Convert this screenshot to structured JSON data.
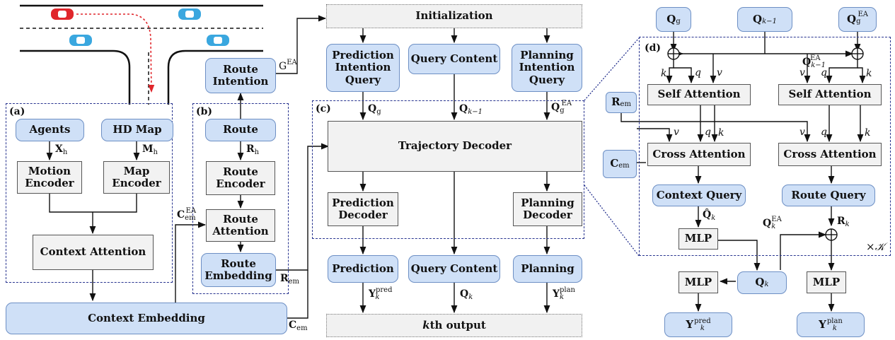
{
  "region_labels": {
    "a": "(a)",
    "b": "(b)",
    "c": "(c)",
    "d": "(d)"
  },
  "boxes": {
    "agents": "Agents",
    "hd_map": "HD Map",
    "motion_encoder": "Motion\nEncoder",
    "map_encoder": "Map\nEncoder",
    "context_attention": "Context Attention",
    "context_embedding": "Context Embedding",
    "route_intention": "Route\nIntention",
    "route": "Route",
    "route_encoder": "Route\nEncoder",
    "route_attention": "Route\nAttention",
    "route_embedding": "Route\nEmbedding",
    "initialization": "Initialization",
    "prediction_intention_query": "Prediction\nIntention\nQuery",
    "query_content_top": "Query Content",
    "planning_intention_query": "Planning\nIntention\nQuery",
    "trajectory_decoder": "Trajectory Decoder",
    "prediction_decoder": "Prediction\nDecoder",
    "planning_decoder": "Planning\nDecoder",
    "prediction": "Prediction",
    "query_content_bottom": "Query Content",
    "planning": "Planning",
    "kth_output_k": "k",
    "kth_output_rest": "th output",
    "self_attention_left": "Self Attention",
    "self_attention_right": "Self Attention",
    "cross_attention_left": "Cross Attention",
    "cross_attention_right": "Cross Attention",
    "context_query": "Context Query",
    "route_query": "Route Query",
    "mlp_d": "MLP",
    "mlp_left": "MLP",
    "mlp_right": "MLP"
  },
  "symbols": {
    "X": "X",
    "h": "h",
    "M": "M",
    "R": "R",
    "G": "G",
    "EA": "EA",
    "C": "C",
    "em": "em",
    "Q": "Q",
    "g": "g",
    "Y": "Y",
    "pred": "pred",
    "plan": "plan",
    "k": "k",
    "k_minus_1": "k−1",
    "Q_hat": "Q̂",
    "q": "q",
    "v": "v",
    "times_K": "×𝒦"
  },
  "colors": {
    "blue_fill": "#cfe0f7",
    "blue_border": "#6d8fc4",
    "gray_fill": "#f2f2f2",
    "region_border": "#27338f",
    "route_red": "#e0262b",
    "car_blue": "#3aa7df"
  }
}
